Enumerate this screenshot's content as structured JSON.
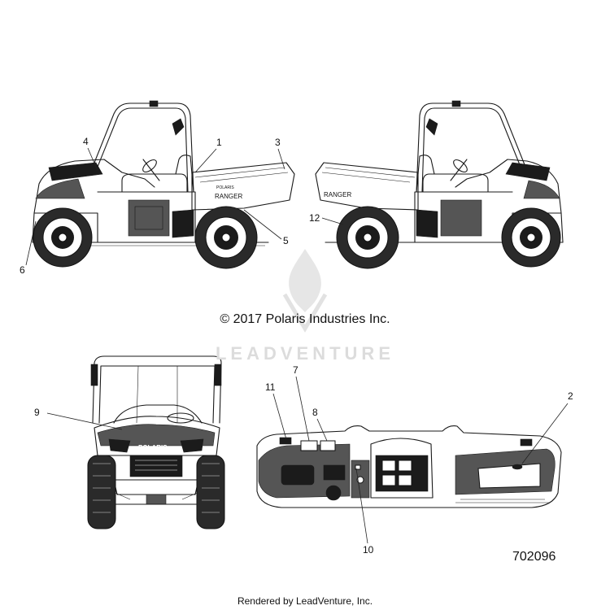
{
  "copyright": "© 2017 Polaris Industries Inc.",
  "watermark": "LEADVENTURE",
  "diagram_number": "702096",
  "rendered_by": "Rendered by LeadVenture, Inc.",
  "decal_text": {
    "brand": "POLARIS",
    "model": "RANGER"
  },
  "callouts": [
    "1",
    "2",
    "3",
    "4",
    "5",
    "6",
    "7",
    "8",
    "9",
    "10",
    "11",
    "12"
  ]
}
